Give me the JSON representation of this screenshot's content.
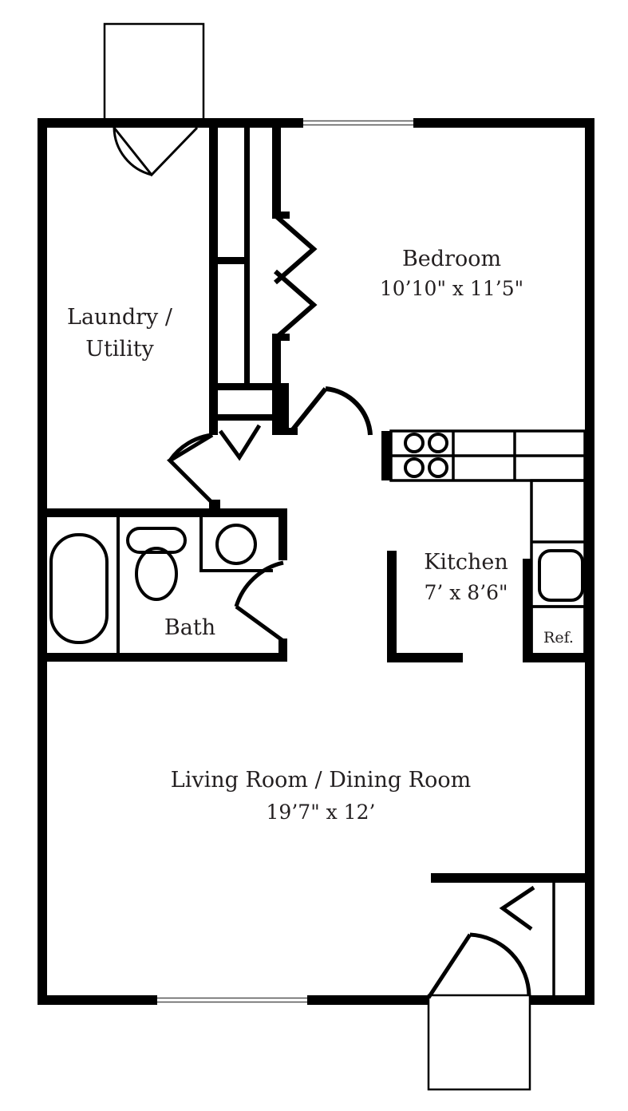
{
  "plan": {
    "type": "floor-plan",
    "title": "One Bedroom Apartment Floor Plan",
    "units": "feet-inches",
    "wall_color": "#000000",
    "fixture_color": "#000000",
    "text_color": "#231f20",
    "background": "#ffffff"
  },
  "rooms": [
    {
      "id": "laundry",
      "name_line1": "Laundry /",
      "name_line2": "Utility",
      "dimensions": ""
    },
    {
      "id": "bedroom",
      "name_line1": "Bedroom",
      "name_line2": "",
      "dimensions": "10’10\" x 11’5\""
    },
    {
      "id": "kitchen",
      "name_line1": "Kitchen",
      "name_line2": "",
      "dimensions": "7’ x 8’6\""
    },
    {
      "id": "bath",
      "name_line1": "Bath",
      "name_line2": "",
      "dimensions": ""
    },
    {
      "id": "living",
      "name_line1": "Living Room / Dining Room",
      "name_line2": "",
      "dimensions": "19’7\" x 12’"
    }
  ],
  "labels": {
    "laundry_line1": "Laundry /",
    "laundry_line2": "Utility",
    "bedroom_name": "Bedroom",
    "bedroom_dim": "10’10\" x 11’5\"",
    "kitchen_name": "Kitchen",
    "kitchen_dim": "7’ x 8’6\"",
    "bath_name": "Bath",
    "living_name": "Living Room / Dining Room",
    "living_dim": "19’7\" x 12’",
    "refrigerator": "Ref."
  },
  "fixtures": [
    {
      "id": "bathtub",
      "name": "bathtub",
      "room": "bath"
    },
    {
      "id": "toilet",
      "name": "toilet",
      "room": "bath"
    },
    {
      "id": "vanity-sink",
      "name": "vanity-sink",
      "room": "bath"
    },
    {
      "id": "range",
      "name": "range-cooktop",
      "room": "kitchen",
      "burners": 4
    },
    {
      "id": "kitchen-sink",
      "name": "kitchen-sink",
      "room": "kitchen"
    },
    {
      "id": "refrigerator",
      "name": "refrigerator",
      "room": "kitchen",
      "label": "Ref."
    },
    {
      "id": "counters",
      "name": "kitchen-counters",
      "room": "kitchen"
    }
  ],
  "doors": [
    {
      "id": "entry-door",
      "type": "double-swing",
      "location": "top-left-exterior"
    },
    {
      "id": "closet-door-upper",
      "type": "bifold",
      "location": "hall-upper"
    },
    {
      "id": "closet-door-lower",
      "type": "bifold",
      "location": "hall-lower"
    },
    {
      "id": "bedroom-door",
      "type": "swing",
      "location": "bedroom-entry"
    },
    {
      "id": "utility-door",
      "type": "swing",
      "location": "laundry-hall"
    },
    {
      "id": "hall-bifold",
      "type": "bifold",
      "location": "hall-lower-center"
    },
    {
      "id": "bath-door",
      "type": "swing",
      "location": "bath-entry"
    },
    {
      "id": "patio-door",
      "type": "swing",
      "location": "bottom-right-exterior"
    },
    {
      "id": "living-closet",
      "type": "bifold",
      "location": "living-room-closet"
    }
  ],
  "windows": [
    {
      "id": "window-bedroom-north",
      "wall": "top",
      "location": "bedroom"
    },
    {
      "id": "window-living-south",
      "wall": "bottom",
      "location": "living-room"
    }
  ]
}
